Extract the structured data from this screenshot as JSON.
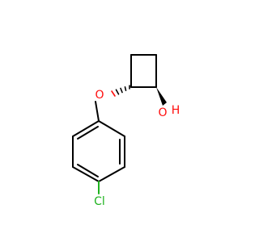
{
  "molecule": {
    "atoms": {
      "ether_oxygen": {
        "symbol": "O",
        "color": "#ff0d0d"
      },
      "hydroxyl": {
        "symbol": "OH",
        "color": "#ff0d0d"
      },
      "hydroxyl_o": "O",
      "hydroxyl_h": "H",
      "chlorine": {
        "symbol": "Cl",
        "color": "#1fb31f"
      }
    },
    "colors": {
      "bond": "#000000",
      "oxygen": "#ff0d0d",
      "chlorine": "#1fb31f"
    }
  }
}
